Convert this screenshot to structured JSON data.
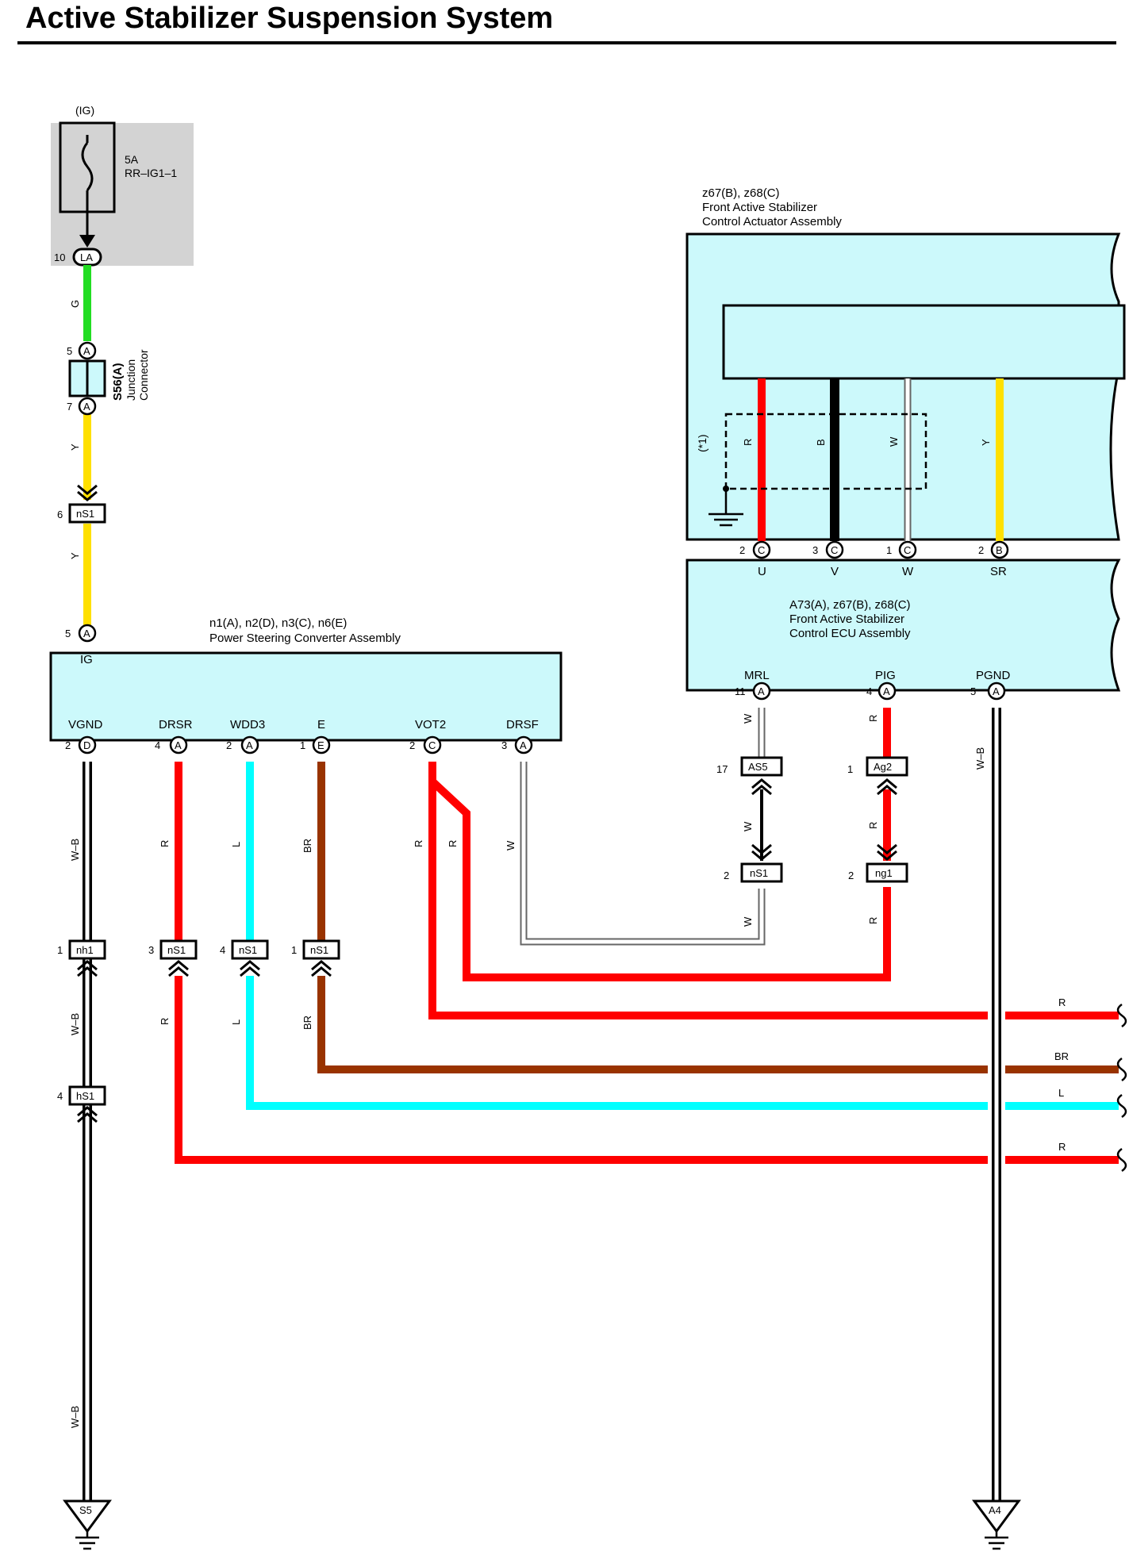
{
  "title": "Active Stabilizer Suspension System",
  "colors": {
    "panel": "#ccf9fb",
    "fuse_box": "#d3d3d3",
    "G": "#22dd22",
    "Y": "#ffe000",
    "R": "#ff0000",
    "L": "#00ffff",
    "BR": "#993300",
    "B": "#000000",
    "W": "#ffffff"
  },
  "fuse": {
    "supply": "(IG)",
    "rating": "5A",
    "name": "RR–IG1–1",
    "pin": "10",
    "connector": "LA"
  },
  "junction": {
    "code": "S56(A)",
    "desc1": "Junction",
    "desc2": "Connector",
    "pin_in": "5",
    "pin_out": "7",
    "conn": "A"
  },
  "psc": {
    "codes": "n1(A), n2(D), n3(C), n6(E)",
    "name": "Power Steering Converter Assembly",
    "ig_pin": "5",
    "ig_conn": "A",
    "ig_label": "IG",
    "terminals": [
      {
        "label": "VGND",
        "pin": "2",
        "conn": "D"
      },
      {
        "label": "DRSR",
        "pin": "4",
        "conn": "A"
      },
      {
        "label": "WDD3",
        "pin": "2",
        "conn": "A"
      },
      {
        "label": "E",
        "pin": "1",
        "conn": "E"
      },
      {
        "label": "VOT2",
        "pin": "2",
        "conn": "C"
      },
      {
        "label": "DRSF",
        "pin": "3",
        "conn": "A"
      }
    ]
  },
  "actuator": {
    "codes": "z67(B), z68(C)",
    "name1": "Front Active Stabilizer",
    "name2": "Control Actuator Assembly",
    "shield_note": "(*1)",
    "terminals": [
      {
        "label": "U",
        "pin": "2",
        "conn": "C",
        "wire": "R"
      },
      {
        "label": "V",
        "pin": "3",
        "conn": "C",
        "wire": "B"
      },
      {
        "label": "W",
        "pin": "1",
        "conn": "C",
        "wire": "W"
      },
      {
        "label": "SR",
        "pin": "2",
        "conn": "B",
        "wire": "Y"
      }
    ]
  },
  "ecu": {
    "codes": "A73(A), z67(B), z68(C)",
    "name1": "Front Active Stabilizer",
    "name2": "Control ECU Assembly",
    "terminals": [
      {
        "label": "MRL",
        "pin": "11",
        "conn": "A"
      },
      {
        "label": "PIG",
        "pin": "4",
        "conn": "A"
      },
      {
        "label": "PGND",
        "pin": "5",
        "conn": "A"
      }
    ]
  },
  "inline_connectors": [
    {
      "pin": "6",
      "code": "nS1"
    },
    {
      "pin": "1",
      "code": "nh1"
    },
    {
      "pin": "4",
      "code": "hS1"
    },
    {
      "pin": "3",
      "code": "nS1"
    },
    {
      "pin": "4",
      "code": "nS1"
    },
    {
      "pin": "1",
      "code": "nS1"
    },
    {
      "pin": "17",
      "code": "AS5"
    },
    {
      "pin": "2",
      "code": "nS1"
    },
    {
      "pin": "1",
      "code": "Ag2"
    },
    {
      "pin": "2",
      "code": "ng1"
    }
  ],
  "wire_codes": {
    "g": "G",
    "y": "Y",
    "r": "R",
    "l": "L",
    "br": "BR",
    "w": "W",
    "b": "B",
    "wb": "W–B"
  },
  "grounds": [
    "S5",
    "A4"
  ],
  "offpage_wires": [
    "R",
    "BR",
    "L",
    "R"
  ]
}
